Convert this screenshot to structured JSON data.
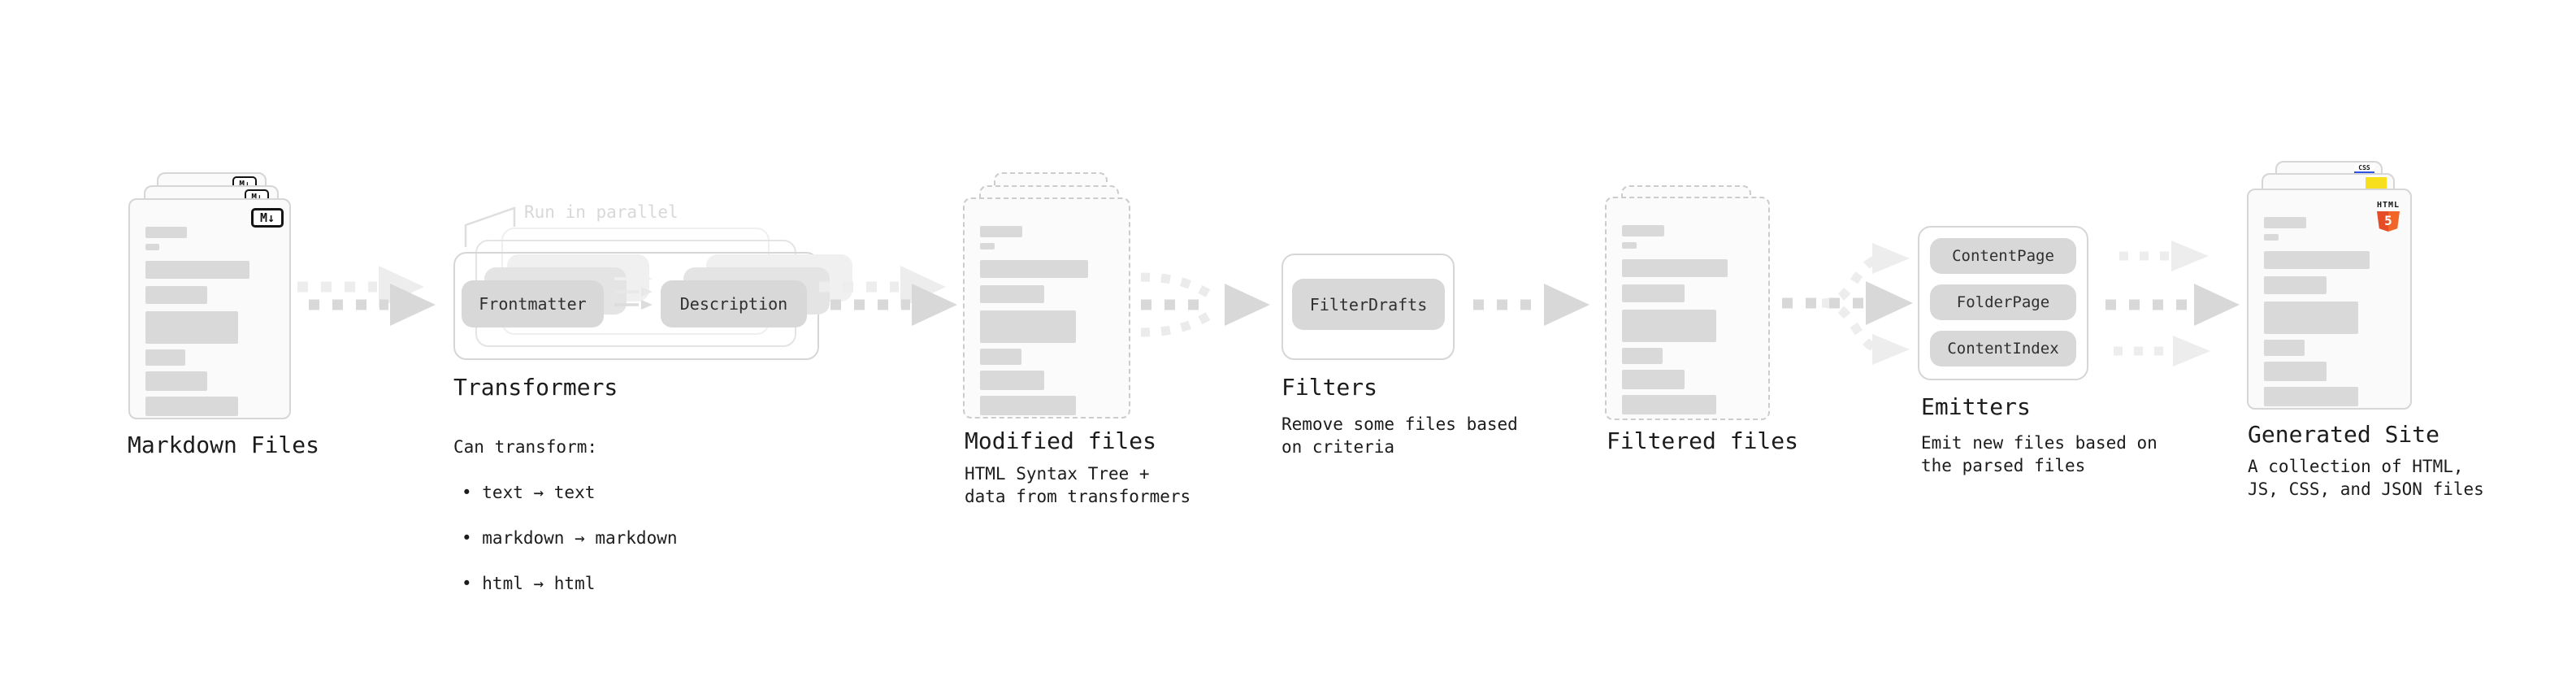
{
  "markdown_files": {
    "title": "Markdown Files",
    "badge": "M↓"
  },
  "transformers": {
    "title": "Transformers",
    "parallel_note": "Run in parallel",
    "step_a": "Frontmatter",
    "step_b": "Description",
    "description_heading": "Can transform:",
    "bullets": [
      "• text → text",
      "• markdown → markdown",
      "• html → html"
    ]
  },
  "modified_files": {
    "title": "Modified files",
    "description": "HTML Syntax Tree +\ndata from transformers"
  },
  "filters": {
    "title": "Filters",
    "step": "FilterDrafts",
    "description": "Remove some files based\non criteria"
  },
  "filtered_files": {
    "title": "Filtered files"
  },
  "emitters": {
    "title": "Emitters",
    "steps": [
      "ContentPage",
      "FolderPage",
      "ContentIndex"
    ],
    "description": "Emit new files based on\nthe parsed files"
  },
  "generated_site": {
    "title": "Generated Site",
    "description": "A collection of HTML,\nJS, CSS, and JSON files",
    "file_badges": {
      "html_label": "HTML",
      "html_number": "5",
      "css_label": "CSS"
    }
  },
  "colors": {
    "html5_orange": "#e44d26",
    "html5_orange_light": "#f16529",
    "js_yellow": "#f7df1e",
    "css_blue": "#2d53e5",
    "arrow_gray": "#d8d8d8",
    "arrow_faint": "#ededed",
    "placeholder_line_gray": "#d9d9d9",
    "text_dark": "#1c1c1c",
    "note_gray": "#d8d8d8"
  }
}
